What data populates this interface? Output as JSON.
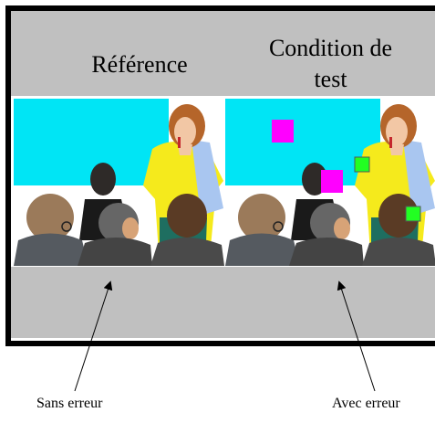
{
  "panels": {
    "left": {
      "title": "Référence"
    },
    "right": {
      "title": "Condition de\ntest"
    }
  },
  "captions": {
    "left": "Sans erreur",
    "right": "Avec erreur"
  },
  "colors": {
    "frame": "#000000",
    "band": "#c0c0c0",
    "board": "#00e5f5",
    "error_large": "#ff00ff",
    "error_small": "#22ff22"
  }
}
